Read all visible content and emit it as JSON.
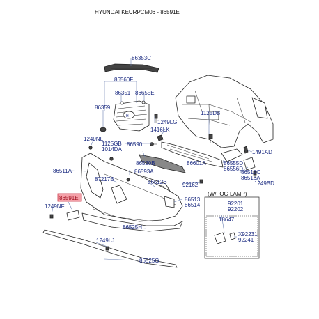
{
  "header": {
    "title": "HYUNDAI KEURPCM06 - 86591E"
  },
  "parts": {
    "p86353C": "86353C",
    "p86560F": "86560F",
    "p86351": "86351",
    "p86655E": "86655E",
    "p86359": "86359",
    "p1249LG": "1249LG",
    "p1416LK": "1416LK",
    "p1125DB": "1125DB",
    "p1249NL": "1249NL",
    "p1125GB": "1125GB",
    "p1014DA": "1014DA",
    "p86590": "86590",
    "p1491AD": "1491AD",
    "p86520B": "86520B",
    "p86601A": "86601A",
    "p86555D": "86555D",
    "p86556D": "86556D",
    "p86511A": "86511A",
    "p86593A": "86593A",
    "p86515C": "86515C",
    "p87217B": "87217B",
    "p86512B": "86512B",
    "p92162": "92162",
    "p86516A": "86516A",
    "p1249BD": "1249BD",
    "p86591E": "86591E",
    "p86513": "86513",
    "p86514": "86514",
    "p1249NF": "1249NF",
    "p86525H": "86525H",
    "p1249LJ": "1249LJ",
    "p86525G": "86525G"
  },
  "fog": {
    "title": "(W/FOG LAMP)",
    "p92201": "92201",
    "p92202": "92202",
    "p18647": "18647",
    "pX92231": "X92231",
    "p92241": "92241"
  },
  "colors": {
    "label": "#1a2a80",
    "highlight": "#f4a0a8",
    "leader": "#6a7fb0"
  }
}
